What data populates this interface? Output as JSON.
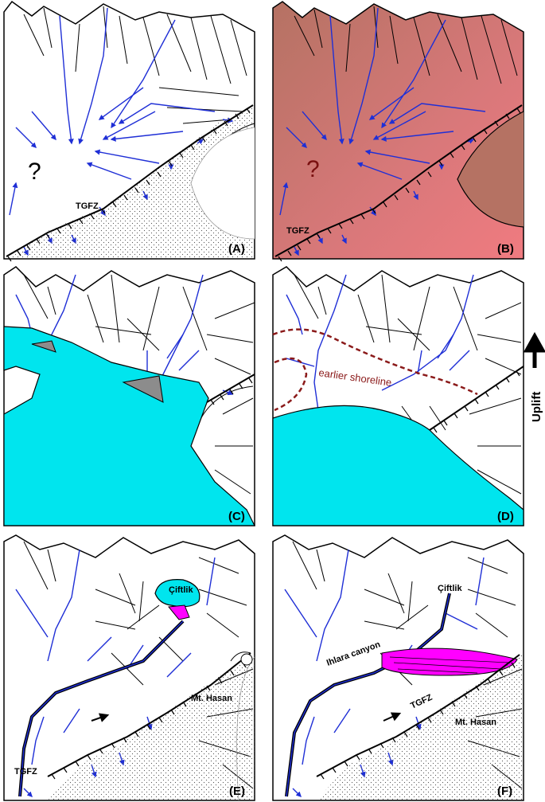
{
  "panels": [
    {
      "id": "A",
      "label": "(A)",
      "question": "?",
      "fault_label": "TGFZ"
    },
    {
      "id": "B",
      "label": "(B)",
      "question": "?",
      "fault_label": "TGFZ"
    },
    {
      "id": "C",
      "label": "(C)"
    },
    {
      "id": "D",
      "label": "(D)",
      "shoreline_label": "earlier shoreline"
    },
    {
      "id": "E",
      "label": "(E)",
      "fault_label": "TGFZ",
      "place_ciftlik": "Çiftlik",
      "place_hasan": "Mt. Hasan"
    },
    {
      "id": "F",
      "label": "(F)",
      "fault_label": "TGFZ",
      "place_ciftlik": "Çiftlik",
      "place_hasan": "Mt. Hasan",
      "canyon_label": "Ihlara canyon"
    }
  ],
  "uplift_label": "Uplift",
  "colors": {
    "lake": "#00e5ee",
    "river": "#1f2fd6",
    "magenta": "#ff00ff",
    "red_overlay": "#c46d6d",
    "shoreline": "#8b1a1a",
    "delta": "#8c8c8c"
  }
}
